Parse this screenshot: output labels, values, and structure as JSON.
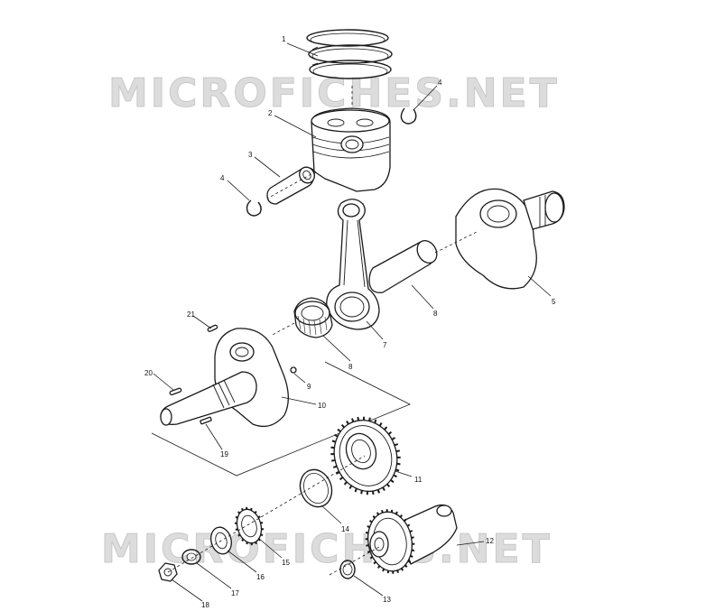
{
  "watermark": {
    "top": "MICROFICHES.NET",
    "bottom": "MICROFICHES.NET"
  },
  "callouts": [
    {
      "id": "c1",
      "text": "1"
    },
    {
      "id": "c2",
      "text": "2"
    },
    {
      "id": "c3",
      "text": "3"
    },
    {
      "id": "c4a",
      "text": "4"
    },
    {
      "id": "c4b",
      "text": "4"
    },
    {
      "id": "c5",
      "text": "5"
    },
    {
      "id": "c7",
      "text": "7"
    },
    {
      "id": "c8a",
      "text": "8"
    },
    {
      "id": "c8b",
      "text": "8"
    },
    {
      "id": "c9",
      "text": "9"
    },
    {
      "id": "c10",
      "text": "10"
    },
    {
      "id": "c11",
      "text": "11"
    },
    {
      "id": "c12",
      "text": "12"
    },
    {
      "id": "c13",
      "text": "13"
    },
    {
      "id": "c14",
      "text": "14"
    },
    {
      "id": "c15",
      "text": "15"
    },
    {
      "id": "c16",
      "text": "16"
    },
    {
      "id": "c17",
      "text": "17"
    },
    {
      "id": "c18",
      "text": "18"
    },
    {
      "id": "c19",
      "text": "19"
    },
    {
      "id": "c20",
      "text": "20"
    },
    {
      "id": "c21",
      "text": "21"
    }
  ]
}
